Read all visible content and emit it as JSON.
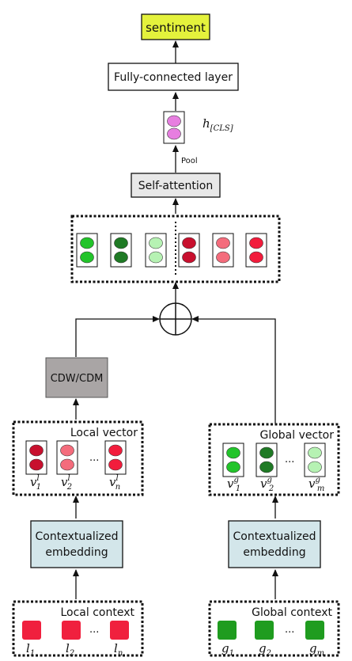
{
  "top_label": "sentiment",
  "fc_layer_label": "Fully-connected layer",
  "cls_symbol": "h",
  "cls_subscript": "[CLS]",
  "pool_label": "Pool",
  "self_attention_label": "Self-attention",
  "cdw_label": "CDW/CDM",
  "local_vector_label": "Local vector",
  "global_vector_label": "Global vector",
  "local_embed_line1": "Contextualized",
  "local_embed_line2": "embedding",
  "global_embed_line1": "Contextualized",
  "global_embed_line2": "embedding",
  "local_context_label": "Local context",
  "global_context_label": "Global context",
  "ellipsis": "...",
  "local_vectors": [
    {
      "base": "v",
      "sub": "1",
      "sup": "l"
    },
    {
      "base": "v",
      "sub": "2",
      "sup": "l"
    },
    {
      "base": "v",
      "sub": "n",
      "sup": "l"
    }
  ],
  "global_vectors": [
    {
      "base": "v",
      "sub": "1",
      "sup": "g"
    },
    {
      "base": "v",
      "sub": "2",
      "sup": "g"
    },
    {
      "base": "v",
      "sub": "m",
      "sup": "g"
    }
  ],
  "local_tokens": [
    {
      "base": "l",
      "sub": "1"
    },
    {
      "base": "l",
      "sub": "2"
    },
    {
      "base": "l",
      "sub": "n"
    }
  ],
  "global_tokens": [
    {
      "base": "g",
      "sub": "1"
    },
    {
      "base": "g",
      "sub": "2"
    },
    {
      "base": "g",
      "sub": "m"
    }
  ],
  "colors": {
    "sentiment_fill": "#e4f23c",
    "embedding_fill": "#d3e6ea",
    "self_attention_fill": "#e8e8e8",
    "cdw_fill": "#a9a5a5",
    "cls_circle": "#e77ee0",
    "local_token": "#f0203e",
    "global_token": "#1f9c1f",
    "local_vec_colors": [
      "#c8102e",
      "#f46c7c",
      "#f21c3c"
    ],
    "global_vec_colors": [
      "#22c42a",
      "#1f7a25",
      "#b6f2b3"
    ],
    "mid_vec_colors": [
      "#22c42a",
      "#1f7a25",
      "#b6f2b3",
      "#c8102e",
      "#f46c7c",
      "#f21c3c"
    ]
  }
}
